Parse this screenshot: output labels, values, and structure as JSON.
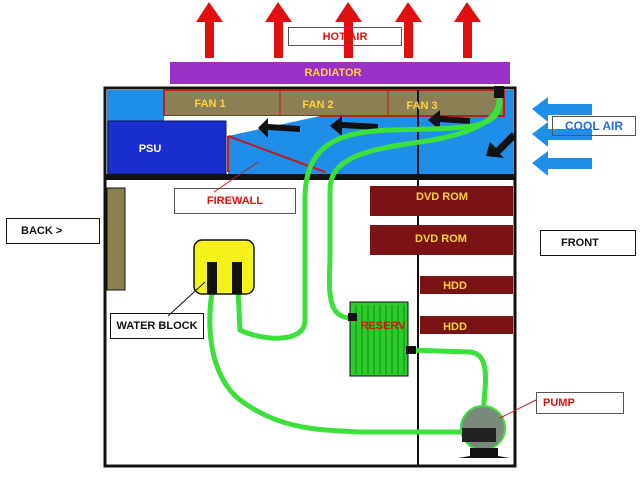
{
  "labels": {
    "hot_air": "HOT AIR",
    "radiator": "RADIATOR",
    "fans": [
      "FAN 1",
      "FAN 2",
      "FAN 3"
    ],
    "cool_air": "COOL AIR",
    "psu": "PSU",
    "firewall": "FIREWALL",
    "back": "BACK >",
    "front": "FRONT",
    "dvd_roms": [
      "DVD ROM",
      "DVD ROM"
    ],
    "hdds": [
      "HDD",
      "HDD"
    ],
    "water_block": "WATER BLOCK",
    "reservoir": "RESERV",
    "pump": "PUMP"
  },
  "colors": {
    "hot_air_arrow": "#e01010",
    "radiator": "#9b30c8",
    "fan": "#8b8055",
    "fan_bar_border": "#c21c1c",
    "air_region": "#1e8ee8",
    "cool_air_arrow": "#1e8ee8",
    "psu": "#1a2fd0",
    "drive": "#7a1414",
    "drive_text": "#ffd23a",
    "water_tube": "#3be03b",
    "water_block": "#f3f31a",
    "reservoir": "#2ccb2c",
    "pump": "#7a8a7a",
    "back_bracket": "#8b8050",
    "label_text_red": "#e01010",
    "case_outline": "#111111"
  }
}
